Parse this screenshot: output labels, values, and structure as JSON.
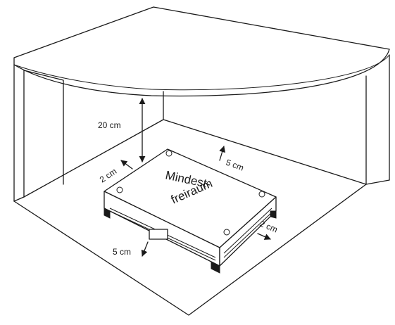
{
  "labels": {
    "top_clearance": "20 cm",
    "back_clearance": "5 cm",
    "left_clearance": "2 cm",
    "right_clearance": "2 cm",
    "front_clearance": "5 cm",
    "device_line1": "Mindest-",
    "device_line2": "freiraum"
  },
  "colors": {
    "line": "#1a1a1a",
    "background": "#ffffff"
  }
}
